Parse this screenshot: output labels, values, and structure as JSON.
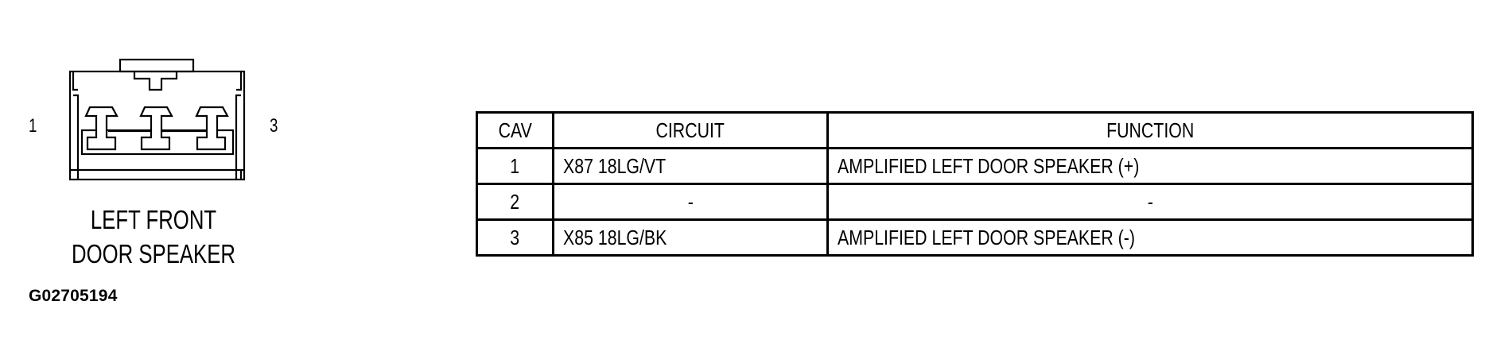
{
  "connector": {
    "name_line1": "LEFT FRONT",
    "name_line2": "DOOR SPEAKER",
    "pin_left_label": "1",
    "pin_right_label": "3",
    "cavity_count": 3
  },
  "figure_code": "G02705194",
  "pinout_table": {
    "headers": {
      "cav": "CAV",
      "circuit": "CIRCUIT",
      "function": "FUNCTION"
    },
    "rows": [
      {
        "cav": "1",
        "circuit": "X87 18LG/VT",
        "function": "AMPLIFIED LEFT DOOR SPEAKER (+)"
      },
      {
        "cav": "2",
        "circuit": "-",
        "function": "-"
      },
      {
        "cav": "3",
        "circuit": "X85 18LG/BK",
        "function": "AMPLIFIED LEFT DOOR SPEAKER (-)"
      }
    ]
  },
  "colors": {
    "line": "#000000",
    "background": "#ffffff"
  }
}
